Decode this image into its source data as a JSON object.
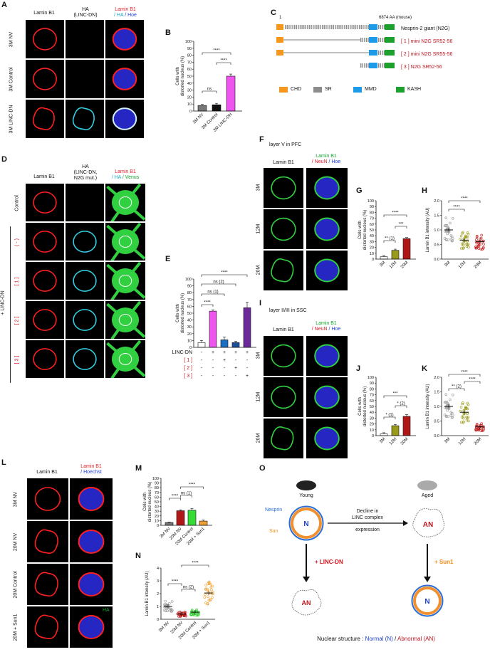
{
  "panels": {
    "A": {
      "label": "A",
      "col1": "Lamin B1",
      "col2": "HA",
      "col2b": "(LINC-DN)",
      "col3a": "Lamin B1",
      "col3b": "/ HA",
      "col3c": "/ Hoe",
      "rows": [
        "3M NV",
        "3M Control",
        "3M LINC-DN"
      ]
    },
    "B": {
      "label": "B",
      "ylabel": "Cells with distorted nucleus (%)"
    },
    "C": {
      "label": "C",
      "start": "1",
      "end": "6874 AA (mouse)",
      "constructs": [
        {
          "name": "Nesprin-2 giant (N2G)",
          "num": ""
        },
        {
          "name": "mini N2G SR52-56",
          "num": "[ 1 ]"
        },
        {
          "name": "mini N2G SR55-56",
          "num": "[ 2 ]"
        },
        {
          "name": "N2G SR52-56",
          "num": "[ 3 ]"
        }
      ],
      "legend": [
        {
          "name": "CHD",
          "color": "#f5961e"
        },
        {
          "name": "SR",
          "color": "#8c8c8c"
        },
        {
          "name": "MMD",
          "color": "#1e9be8"
        },
        {
          "name": "KASH",
          "color": "#1ea02e"
        }
      ]
    },
    "D": {
      "label": "D",
      "col1": "Lamin B1",
      "col2a": "HA",
      "col2b": "(LINC-DN,",
      "col2c": "N2G mut.)",
      "col3a": "Lamin B1",
      "col3b": "/ HA",
      "col3c": "/ Venus",
      "rows": [
        "Control",
        "( - )",
        "[ 1 ]",
        "[ 2 ]",
        "[ 3 ]"
      ],
      "group": "+ LINC-DN"
    },
    "E": {
      "label": "E",
      "ylabel": "Cells with distorted nucleus (%)",
      "table_rows": [
        {
          "name": "LINC-DN",
          "vals": [
            "-",
            "+",
            "+",
            "+",
            "+"
          ]
        },
        {
          "name": "[ 1 ]",
          "vals": [
            "-",
            "-",
            "+",
            "-",
            "-"
          ]
        },
        {
          "name": "[ 2 ]",
          "vals": [
            "-",
            "-",
            "-",
            "+",
            "-"
          ]
        },
        {
          "name": "[ 3 ]",
          "vals": [
            "-",
            "-",
            "-",
            "-",
            "+"
          ]
        }
      ]
    },
    "F": {
      "label": "F",
      "title": "layer V in PFC",
      "col1": "Lamin B1",
      "col2a": "Lamin B1",
      "col2b": "/ NeuN",
      "col2c": "/ Hoe",
      "rows": [
        "3M",
        "12M",
        "20M"
      ]
    },
    "G": {
      "label": "G",
      "ylabel": "Cells with distorted nucleus (%)"
    },
    "H": {
      "label": "H",
      "ylabel": "Lamin B1 intensity (AU)"
    },
    "I": {
      "label": "I",
      "title": "layer II/III in SSC",
      "col1": "Lamin B1",
      "col2a": "Lamin B1",
      "col2b": "/ NeuN",
      "col2c": "/ Hoe",
      "rows": [
        "3M",
        "12M",
        "20M"
      ]
    },
    "J": {
      "label": "J",
      "ylabel": "Cells with distorted nucleus (%)"
    },
    "K": {
      "label": "K",
      "ylabel": "Lamin B1 intensity (AU)"
    },
    "L": {
      "label": "L",
      "col1": "Lamin B1",
      "col2a": "Lamin B1",
      "col2b": "/ Hoechst",
      "rows": [
        "3M NV",
        "20M NV",
        "20M Control",
        "20M + Sun1"
      ],
      "ha": "HA"
    },
    "M": {
      "label": "M",
      "ylabel": "Cells with distorted nucleus (%)"
    },
    "N": {
      "label": "N",
      "ylabel": "Lamin B1 intensity (AU)"
    },
    "O": {
      "label": "O",
      "young": "Young",
      "aged": "Aged",
      "nesprin": "Nesprin",
      "sun": "Sun",
      "n": "N",
      "an": "AN",
      "decline1": "Decline in",
      "decline2": "LINC complex",
      "decline3": "expression",
      "linc": "+ LINC-DN",
      "sun1": "+ Sun1",
      "footer_a": "Nuclear structure : ",
      "footer_b": "Normal (N)",
      "footer_c": " / ",
      "footer_d": "Abnormal (AN)"
    }
  },
  "chart_data": [
    {
      "panel": "B",
      "type": "bar",
      "categories": [
        "3M NV",
        "3M Control",
        "3M LINC-DN"
      ],
      "values": [
        8,
        9,
        50
      ],
      "errors": [
        1.5,
        2,
        3
      ],
      "colors": [
        "#777777",
        "#111111",
        "#ee55ee"
      ],
      "ylim": [
        0,
        100
      ],
      "yticks": [
        0,
        10,
        20,
        30,
        40,
        50,
        60,
        70,
        80,
        90,
        100
      ],
      "ylabel": "Cells with distorted nucleus (%)",
      "sig": [
        {
          "from": 0,
          "to": 1,
          "label": "ns"
        },
        {
          "from": 1,
          "to": 2,
          "label": "****"
        },
        {
          "from": 0,
          "to": 2,
          "label": "****"
        }
      ]
    },
    {
      "panel": "E",
      "type": "bar",
      "categories": [
        "1",
        "2",
        "3",
        "4",
        "5"
      ],
      "values": [
        7,
        53,
        11,
        7,
        58
      ],
      "errors": [
        3,
        2,
        4,
        2,
        8
      ],
      "colors": [
        "#ffffff",
        "#ee55ee",
        "#1a6fc0",
        "#1a4f9a",
        "#6a2a9a"
      ],
      "ylim": [
        0,
        100
      ],
      "yticks": [
        0,
        10,
        20,
        30,
        40,
        50,
        60,
        70,
        80,
        90,
        100
      ],
      "ylabel": "Cells with distorted nucleus (%)",
      "sig": [
        {
          "from": 0,
          "to": 1,
          "label": "****"
        },
        {
          "from": 0,
          "to": 2,
          "label": "ns (1)"
        },
        {
          "from": 0,
          "to": 3,
          "label": "ns (2)"
        },
        {
          "from": 0,
          "to": 4,
          "label": "****"
        }
      ]
    },
    {
      "panel": "G",
      "type": "bar",
      "categories": [
        "3M",
        "12M",
        "20M"
      ],
      "values": [
        4,
        15,
        35
      ],
      "errors": [
        2,
        2,
        2
      ],
      "colors": [
        "#ffffff",
        "#9a9a1a",
        "#b01818"
      ],
      "ylim": [
        0,
        100
      ],
      "yticks": [
        0,
        10,
        20,
        30,
        40,
        50,
        60,
        70,
        80,
        90,
        100
      ],
      "ylabel": "Cells with distorted nucleus (%)",
      "sig": [
        {
          "from": 0,
          "to": 1,
          "label": "** (1)"
        },
        {
          "from": 1,
          "to": 2,
          "label": "***"
        },
        {
          "from": 0,
          "to": 2,
          "label": "****"
        }
      ]
    },
    {
      "panel": "H",
      "type": "scatter",
      "categories": [
        "3M",
        "12M",
        "20M"
      ],
      "means": [
        1.0,
        0.65,
        0.6
      ],
      "colors": [
        "#999999",
        "#9a9a1a",
        "#c01818"
      ],
      "ylim": [
        0,
        2.0
      ],
      "yticks": [
        0,
        0.5,
        1.0,
        1.5,
        2.0
      ],
      "ylabel": "Lamin B1 intensity (AU)",
      "sig": [
        {
          "from": 0,
          "to": 1,
          "label": "****"
        },
        {
          "from": 0,
          "to": 2,
          "label": "****"
        }
      ]
    },
    {
      "panel": "J",
      "type": "bar",
      "categories": [
        "3M",
        "12M",
        "20M"
      ],
      "values": [
        3,
        17,
        33
      ],
      "errors": [
        2,
        2,
        3
      ],
      "colors": [
        "#ffffff",
        "#9a9a1a",
        "#b01818"
      ],
      "ylim": [
        0,
        100
      ],
      "yticks": [
        0,
        10,
        20,
        30,
        40,
        50,
        60,
        70,
        80,
        90,
        100
      ],
      "ylabel": "Cells with distorted nucleus (%)",
      "sig": [
        {
          "from": 0,
          "to": 1,
          "label": "* (1)"
        },
        {
          "from": 1,
          "to": 2,
          "label": "* (2)"
        },
        {
          "from": 0,
          "to": 2,
          "label": "***"
        }
      ]
    },
    {
      "panel": "K",
      "type": "scatter",
      "categories": [
        "3M",
        "12M",
        "20M"
      ],
      "means": [
        1.0,
        0.8,
        0.3
      ],
      "colors": [
        "#999999",
        "#9a9a1a",
        "#c01818"
      ],
      "ylim": [
        0,
        2.0
      ],
      "yticks": [
        0,
        0.5,
        1.0,
        1.5,
        2.0
      ],
      "ylabel": "Lamin B1 intensity (AU)",
      "sig": [
        {
          "from": 0,
          "to": 1,
          "label": "** (2)"
        },
        {
          "from": 1,
          "to": 2,
          "label": "****"
        },
        {
          "from": 0,
          "to": 2,
          "label": "****"
        }
      ]
    },
    {
      "panel": "M",
      "type": "bar",
      "categories": [
        "3M NV",
        "20M NV",
        "20M Control",
        "20M + Sun1"
      ],
      "values": [
        6,
        31,
        32,
        9
      ],
      "errors": [
        1,
        2,
        4,
        2
      ],
      "colors": [
        "#777777",
        "#b01818",
        "#33dd33",
        "#f0a030"
      ],
      "ylim": [
        0,
        100
      ],
      "yticks": [
        0,
        10,
        20,
        30,
        40,
        50,
        60,
        70,
        80,
        90,
        100
      ],
      "ylabel": "Cells with distorted nucleus (%)",
      "sig": [
        {
          "from": 0,
          "to": 1,
          "label": "****"
        },
        {
          "from": 1,
          "to": 2,
          "label": "ns (1)"
        },
        {
          "from": 1,
          "to": 3,
          "label": "****"
        }
      ]
    },
    {
      "panel": "N",
      "type": "scatter",
      "categories": [
        "3M NV",
        "20M NV",
        "20M Control",
        "20M + Sun1"
      ],
      "means": [
        1.0,
        0.4,
        0.55,
        2.05
      ],
      "colors": [
        "#999999",
        "#c01818",
        "#33cc33",
        "#f0a030"
      ],
      "ylim": [
        0,
        4
      ],
      "yticks": [
        0,
        1,
        2,
        3,
        4
      ],
      "ylabel": "Lamin B1 intensity (AU)",
      "sig": [
        {
          "from": 0,
          "to": 1,
          "label": "****"
        },
        {
          "from": 1,
          "to": 2,
          "label": "ns (2)"
        },
        {
          "from": 1,
          "to": 3,
          "label": "****"
        }
      ]
    }
  ]
}
